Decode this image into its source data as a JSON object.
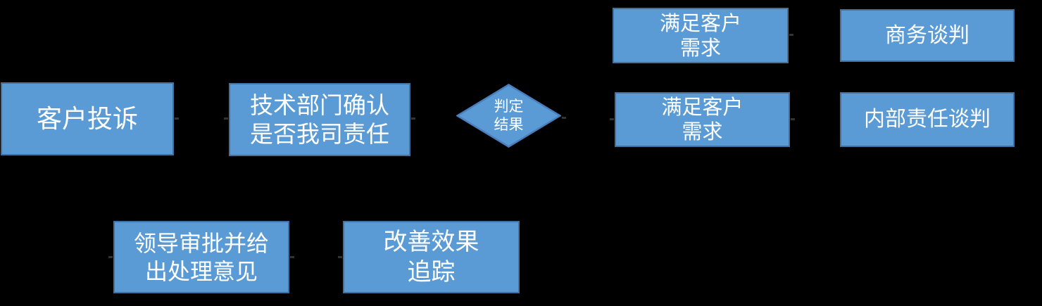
{
  "palette": {
    "background": "#000000",
    "node_fill": "#5b9bd5",
    "node_border": "#41719c",
    "diamond_border": "#4a7ebc",
    "text_color": "#ffffff",
    "connector_stub": "#333333"
  },
  "diagram": {
    "type": "flowchart",
    "nodes": [
      {
        "id": "customer-complaint",
        "shape": "rect",
        "lines": [
          "客户投诉"
        ]
      },
      {
        "id": "tech-confirm",
        "shape": "rect",
        "lines": [
          "技术部门确认",
          "是否我司责任"
        ]
      },
      {
        "id": "judge-result",
        "shape": "diamond",
        "lines": [
          "判定",
          "结果"
        ]
      },
      {
        "id": "meet-customer-need-top",
        "shape": "rect",
        "lines": [
          "满足客户",
          "需求"
        ]
      },
      {
        "id": "business-negotiation",
        "shape": "rect",
        "lines": [
          "商务谈判"
        ]
      },
      {
        "id": "meet-customer-need-mid",
        "shape": "rect",
        "lines": [
          "满足客户",
          "需求"
        ]
      },
      {
        "id": "internal-negotiation",
        "shape": "rect",
        "lines": [
          "内部责任谈判"
        ]
      },
      {
        "id": "leader-approval",
        "shape": "rect",
        "lines": [
          "领导审批并给",
          "出处理意见"
        ]
      },
      {
        "id": "improvement-tracking",
        "shape": "rect",
        "lines": [
          "改善效果",
          "追踪"
        ]
      }
    ]
  }
}
